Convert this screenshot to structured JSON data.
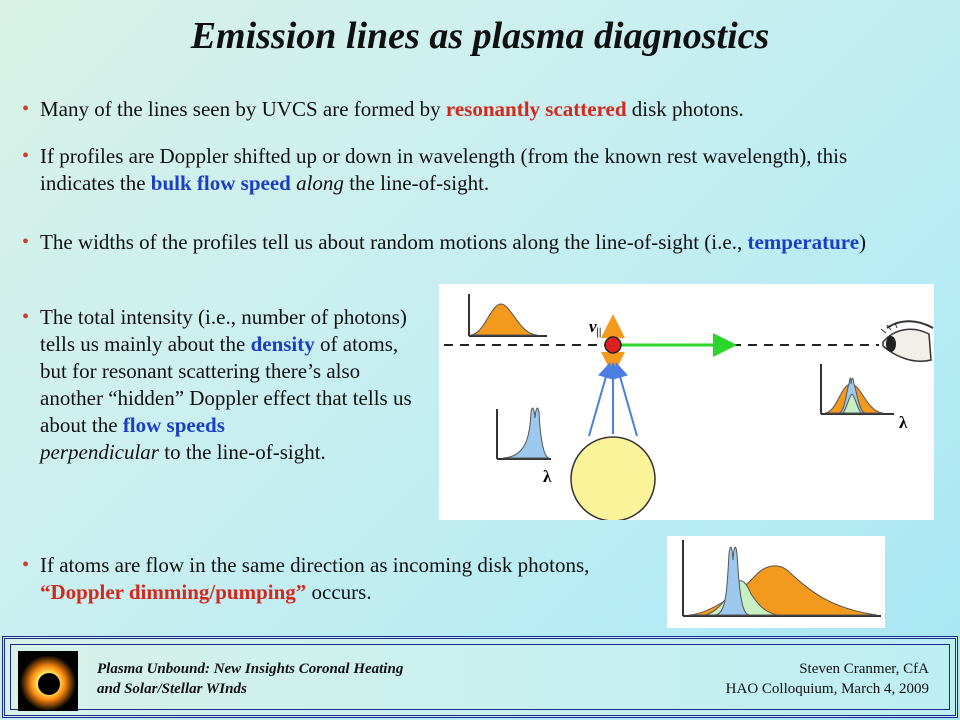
{
  "slide": {
    "title": "Emission lines as plasma diagnostics"
  },
  "bullets": {
    "b1": {
      "pre": "Many of the lines seen by UVCS are formed by ",
      "em": "resonantly scattered",
      "post": " disk photons."
    },
    "b2": {
      "pre": "If profiles are Doppler shifted up or down in wavelength (from the known rest wavelength), this indicates the ",
      "em": "bulk flow speed",
      "mid": " ",
      "it": "along",
      "post": " the line-of-sight."
    },
    "b3": {
      "pre": "The widths of the profiles tell us about random motions along the line-of-sight (i.e., ",
      "em": "temperature",
      "post": ")"
    },
    "b4": {
      "pre": "The total intensity (i.e., number of photons) tells us mainly about the ",
      "em1": "density",
      "mid": " of atoms, but for resonant scattering there’s also another “hidden” Doppler effect that tells us about the ",
      "em2": "flow speeds",
      "it": "perpendicular",
      "post": " to the line-of-sight."
    },
    "b5": {
      "pre": "If atoms are flow in the same direction as incoming disk photons, ",
      "em": "“Doppler dimming/pumping”",
      "post": " occurs."
    }
  },
  "diagram": {
    "v_label": "v",
    "v_sub": "||",
    "lambda": "λ"
  },
  "footer": {
    "left_line1": "Plasma Unbound:  New Insights Coronal Heating",
    "left_line2": "and Solar/Stellar WInds",
    "right_line1": "Steven Cranmer,  CfA",
    "right_line2": "HAO Colloquium, March 4, 2009"
  },
  "colors": {
    "orange": "#f39a1e",
    "light_blue": "#9cc8ee",
    "light_green": "#c7efc0",
    "green_arrow": "#2ad62a",
    "blue_arrow": "#4a7fe0",
    "red": "#e02020",
    "sun_yellow": "#fbf39a"
  }
}
